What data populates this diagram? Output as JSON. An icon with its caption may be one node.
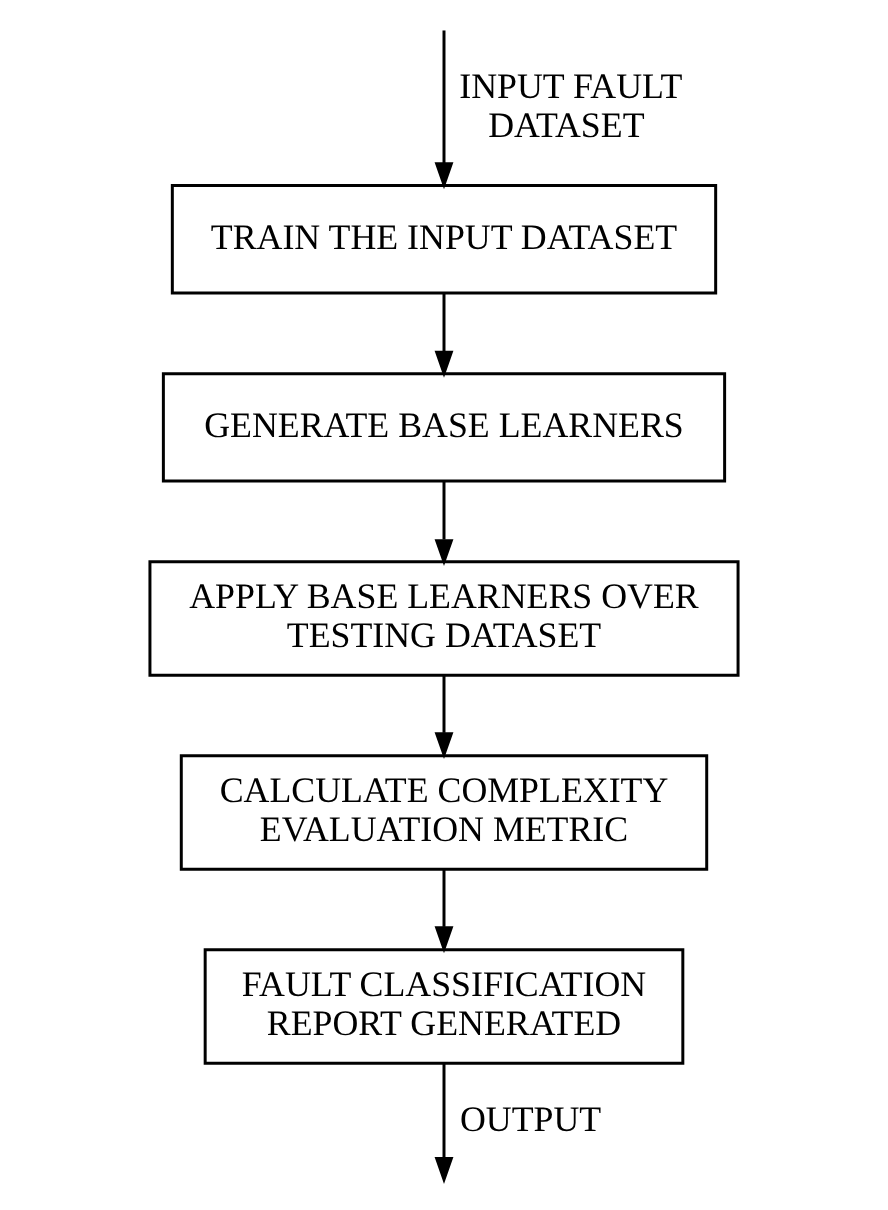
{
  "diagram": {
    "nodes": [
      {
        "text": [
          "TRAIN THE INPUT DATASET"
        ]
      },
      {
        "text": [
          "GENERATE BASE LEARNERS"
        ]
      },
      {
        "text": [
          "APPLY BASE LEARNERS OVER TESTING DATASET"
        ]
      },
      {
        "text": [
          "CALCULATE COMPLEXITY EVALUATION METRIC"
        ]
      },
      {
        "text": [
          "FAULT CLASSIFICATION REPORT GENERATED"
        ]
      }
    ],
    "edges": [
      {
        "from": null,
        "to": 0,
        "arrow": "to",
        "label": "INPUT FAULT DATASET"
      },
      {
        "from": 0,
        "to": 1,
        "arrow": "to"
      },
      {
        "from": 1,
        "to": 2,
        "arrow": "to"
      },
      {
        "from": 2,
        "to": 3,
        "arrow": "to"
      },
      {
        "from": 3,
        "to": 4,
        "arrow": "to"
      },
      {
        "from": 4,
        "to": null,
        "arrow": "to",
        "label": "OUTPUT"
      }
    ]
  }
}
